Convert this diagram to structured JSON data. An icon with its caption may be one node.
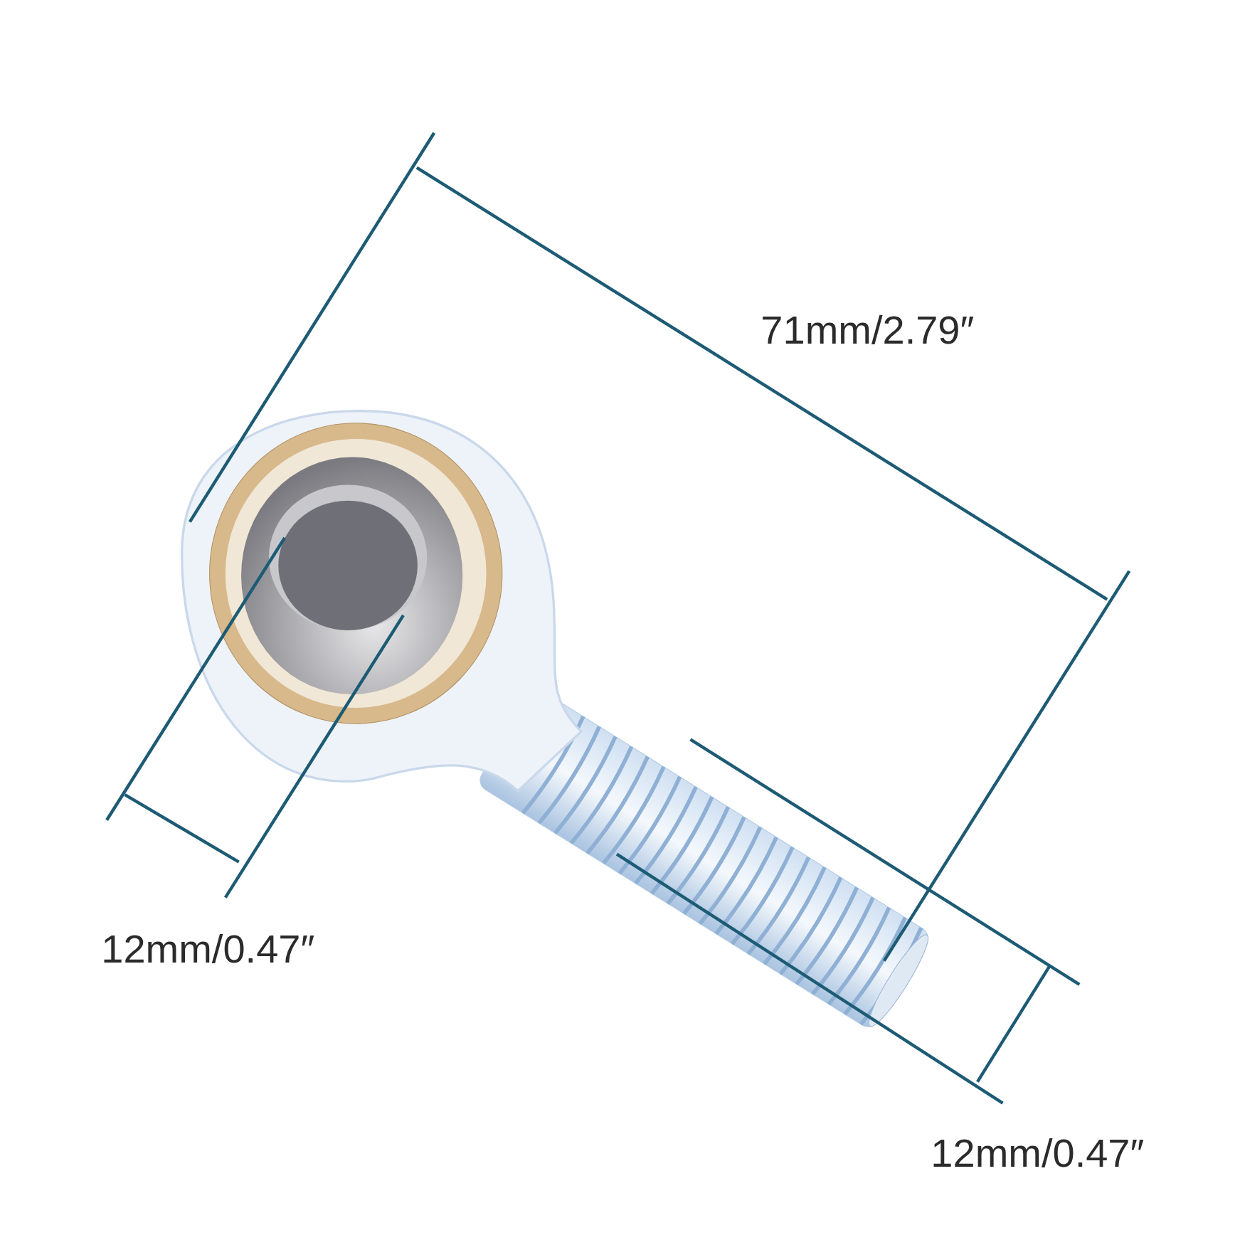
{
  "diagram": {
    "labels": [
      "71mm/2.79″",
      "12mm/0.47″",
      "12mm/0.47″"
    ]
  }
}
